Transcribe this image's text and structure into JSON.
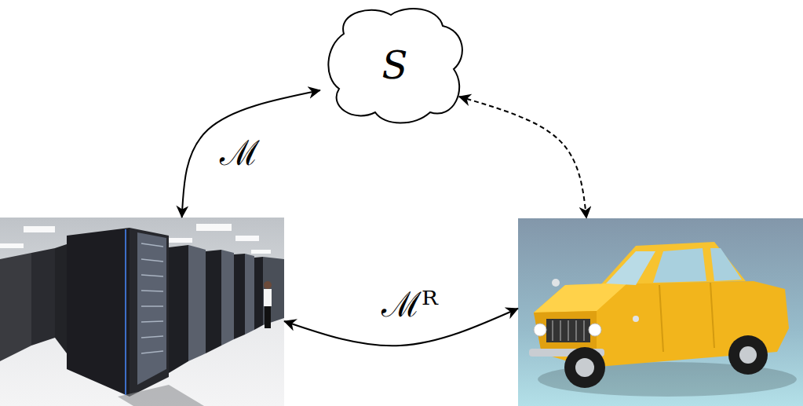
{
  "diagram": {
    "nodes": [
      {
        "text": [
          "S"
        ]
      },
      {
        "text": []
      },
      {
        "text": []
      }
    ],
    "edges": [
      {
        "from": 0,
        "to": 1,
        "arrow": "both",
        "label": "ℳ"
      },
      {
        "from": 1,
        "to": 2,
        "arrow": "both",
        "label": "ℳᴿ"
      },
      {
        "from": 0,
        "to": 2,
        "arrow": "both"
      }
    ]
  }
}
